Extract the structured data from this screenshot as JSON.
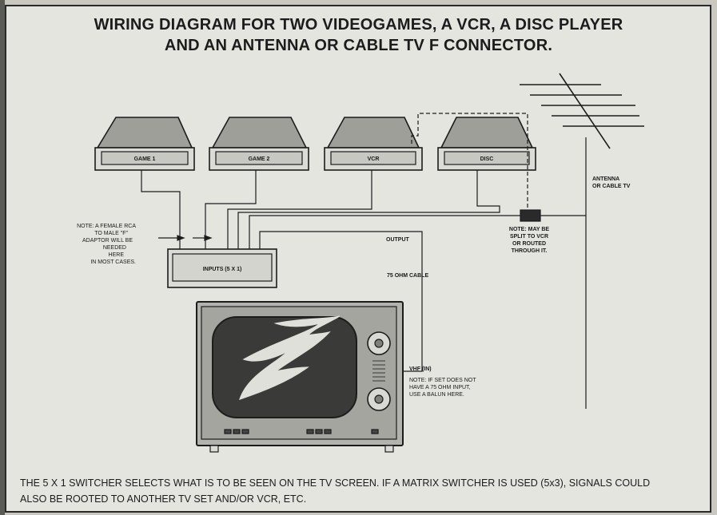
{
  "title_line1": "WIRING DIAGRAM FOR TWO VIDEOGAMES, A VCR, A DISC PLAYER",
  "title_line2": "AND AN ANTENNA OR CABLE TV F CONNECTOR.",
  "devices": {
    "game1": "GAME 1",
    "game2": "GAME 2",
    "vcr": "VCR",
    "disc": "DISC"
  },
  "antenna_label": [
    "ANTENNA",
    "OR CABLE TV"
  ],
  "switcher_label": "INPUTS (5 X 1)",
  "output_label": "OUTPUT",
  "cable_label": "75 OHM  CABLE",
  "vhf_label": "VHF (IN)",
  "note_left": [
    "NOTE: A FEMALE RCA",
    "TO MALE \"F\"",
    "ADAPTOR WILL BE",
    "NEEDED",
    "HERE",
    "IN MOST CASES."
  ],
  "note_split": [
    "NOTE: MAY BE",
    "SPLIT TO VCR",
    "OR ROUTED",
    "THROUGH IT."
  ],
  "note_balun": [
    "NOTE: IF SET DOES NOT",
    "HAVE A 75 OHM INPUT,",
    "USE A BALUN HERE."
  ],
  "caption": "THE 5 X 1 SWITCHER SELECTS WHAT IS TO BE SEEN ON THE TV SCREEN. IF A MATRIX SWITCHER IS USED (5x3), SIGNALS COULD ALSO BE ROOTED TO ANOTHER TV SET AND/OR VCR, ETC.",
  "colors": {
    "ink": "#1c1c1c",
    "paper": "#e4e5df",
    "tv_gray": "#aaaaa4",
    "screen_dark": "#3a3a3a"
  }
}
